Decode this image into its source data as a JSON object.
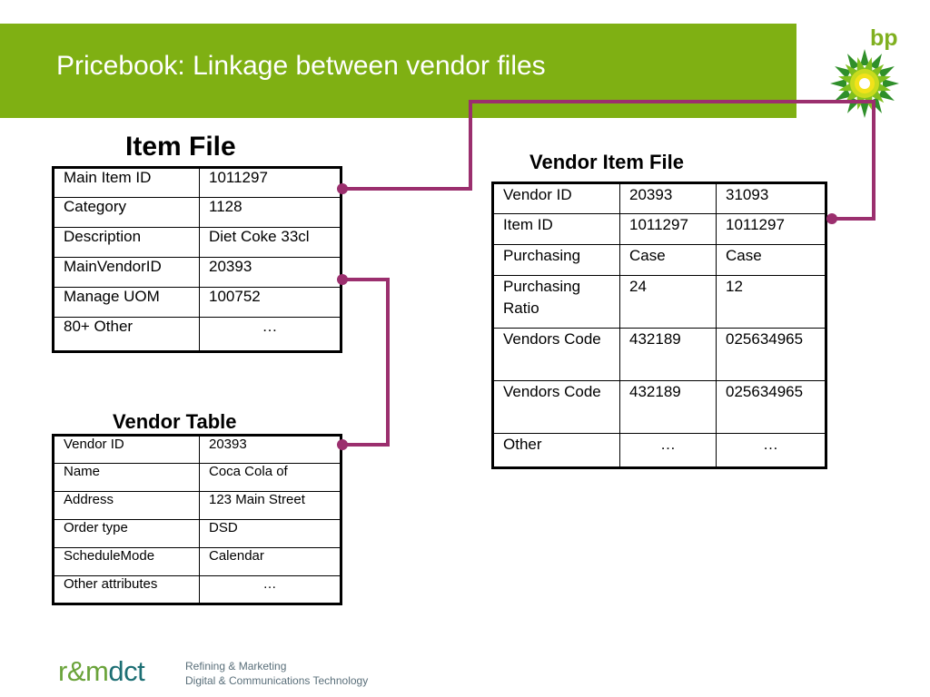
{
  "slide": {
    "title": "Pricebook:  Linkage between vendor files",
    "brand_color": "#7fb013"
  },
  "logo": {
    "text": "bp",
    "icon": "bp-helios-sunflower-icon"
  },
  "item_file": {
    "heading": "Item File",
    "rows": [
      [
        "Main Item ID",
        "1011297"
      ],
      [
        "Category",
        "1128"
      ],
      [
        "Description",
        "Diet Coke 33cl"
      ],
      [
        "MainVendorID",
        "20393"
      ],
      [
        "Manage UOM",
        "100752"
      ],
      [
        "80+ Other",
        "…"
      ]
    ]
  },
  "vendor_item_file": {
    "heading": "Vendor Item File",
    "rows": [
      [
        "Vendor ID",
        "20393",
        "31093"
      ],
      [
        "Item ID",
        "1011297",
        "1011297"
      ],
      [
        "Purchasing",
        "Case",
        "Case"
      ],
      [
        "Purchasing Ratio",
        "24",
        "12"
      ],
      [
        "Vendors Code",
        "432189",
        "025634965"
      ],
      [
        "Vendors Code",
        "432189",
        "025634965"
      ],
      [
        "Other",
        "…",
        "…"
      ]
    ]
  },
  "vendor_table": {
    "heading": "Vendor Table",
    "rows": [
      [
        "Vendor ID",
        "20393"
      ],
      [
        "Name",
        "Coca Cola of"
      ],
      [
        "Address",
        "123 Main Street"
      ],
      [
        "Order type",
        "DSD"
      ],
      [
        "ScheduleMode",
        "Calendar"
      ],
      [
        "Other attributes",
        "…"
      ]
    ]
  },
  "connector_color": "#9b2f6e",
  "footer": {
    "logo_prefix": "r&m",
    "logo_suffix": "dct",
    "line1": "Refining & Marketing",
    "line2": "Digital & Communications Technology"
  }
}
